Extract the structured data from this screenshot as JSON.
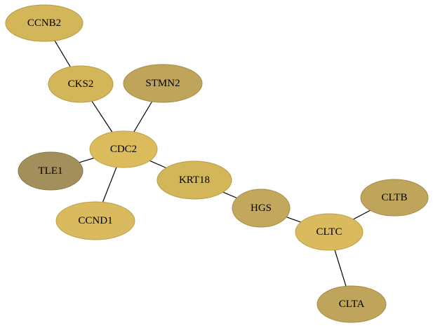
{
  "network": {
    "nodes": [
      {
        "id": "CCNB2",
        "label": "CCNB2",
        "fill": "#d4b65a",
        "stroke": "#b79b3f"
      },
      {
        "id": "CKS2",
        "label": "CKS2",
        "fill": "#d4b65a",
        "stroke": "#b79b3f"
      },
      {
        "id": "STMN2",
        "label": "STMN2",
        "fill": "#bfa55c",
        "stroke": "#a68c44"
      },
      {
        "id": "CDC2",
        "label": "CDC2",
        "fill": "#dbbb5c",
        "stroke": "#bfa043"
      },
      {
        "id": "TLE1",
        "label": "TLE1",
        "fill": "#a38f5c",
        "stroke": "#8a7846"
      },
      {
        "id": "KRT18",
        "label": "KRT18",
        "fill": "#d4b65a",
        "stroke": "#b79b3f"
      },
      {
        "id": "CCND1",
        "label": "CCND1",
        "fill": "#d9ba5e",
        "stroke": "#bea046"
      },
      {
        "id": "HGS",
        "label": "HGS",
        "fill": "#c2a75c",
        "stroke": "#a88f45"
      },
      {
        "id": "CLTB",
        "label": "CLTB",
        "fill": "#bfa55c",
        "stroke": "#a68c44"
      },
      {
        "id": "CLTC",
        "label": "CLTC",
        "fill": "#d9ba5e",
        "stroke": "#bea046"
      },
      {
        "id": "CLTA",
        "label": "CLTA",
        "fill": "#bfa55c",
        "stroke": "#a68c44"
      }
    ],
    "edges": [
      {
        "source": "CCNB2",
        "target": "CKS2"
      },
      {
        "source": "CKS2",
        "target": "CDC2"
      },
      {
        "source": "STMN2",
        "target": "CDC2"
      },
      {
        "source": "TLE1",
        "target": "CDC2"
      },
      {
        "source": "CCND1",
        "target": "CDC2"
      },
      {
        "source": "CDC2",
        "target": "KRT18"
      },
      {
        "source": "KRT18",
        "target": "HGS"
      },
      {
        "source": "HGS",
        "target": "CLTC"
      },
      {
        "source": "CLTB",
        "target": "CLTC"
      },
      {
        "source": "CLTC",
        "target": "CLTA"
      }
    ]
  }
}
